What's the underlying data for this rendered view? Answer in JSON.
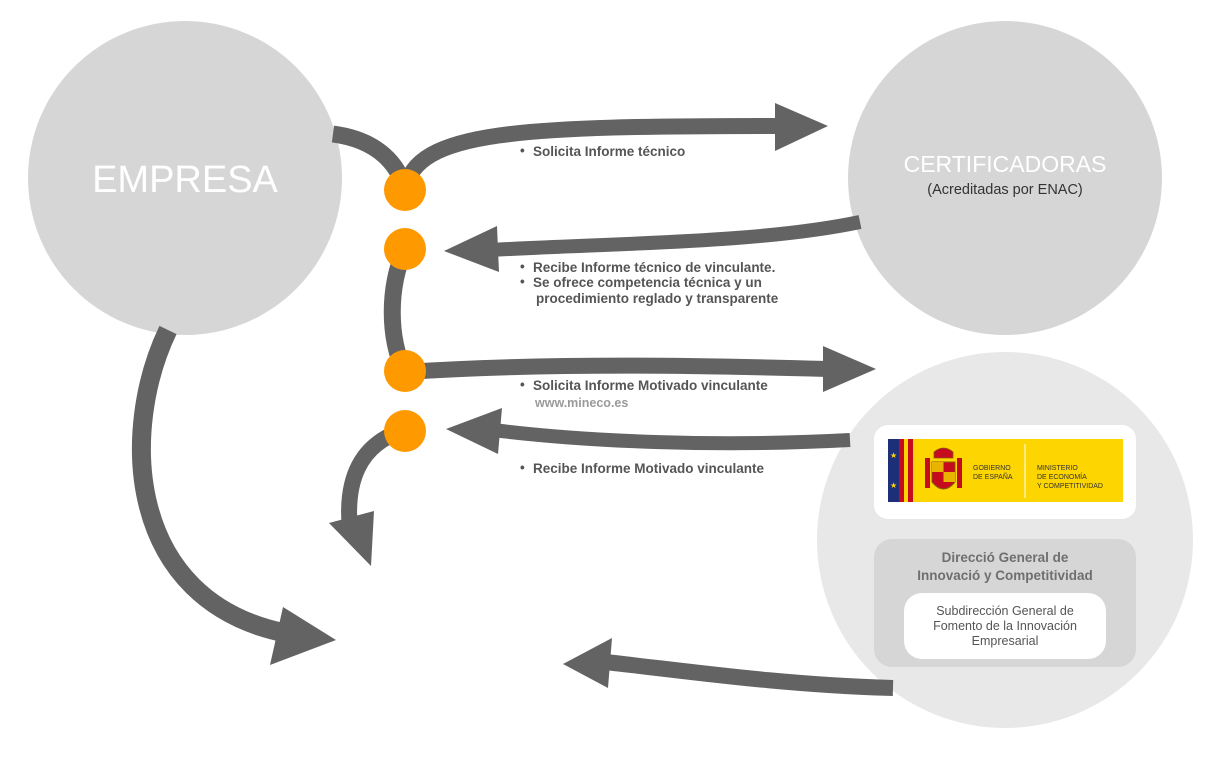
{
  "colors": {
    "arrow": "#636363",
    "node": "#ff9900",
    "circle_main": "#d6d6d6",
    "circle_ministry": "#e8e8e8",
    "logo_yellow": "#fdd500",
    "logo_red": "#c60b1e",
    "logo_blue": "#1c2f78"
  },
  "empresa": {
    "label": "EMPRESA"
  },
  "certificadoras": {
    "title": "CERTIFICADORAS",
    "subtitle": "(Acreditadas por ENAC)"
  },
  "steps": {
    "step1": "Solicita Informe técnico",
    "step2_line1": "Recibe Informe técnico de vinculante.",
    "step2_line2": "Se ofrece competencia técnica y un",
    "step2_line3": "procedimiento reglado y transparente",
    "step3": "Solicita Informe Motivado vinculante",
    "step3_url": "www.mineco.es",
    "step4": "Recibe Informe Motivado vinculante"
  },
  "bullet": "•",
  "ministry": {
    "logo_left_line1": "GOBIERNO",
    "logo_left_line2": "DE ESPAÑA",
    "logo_right_line1": "MINISTERIO",
    "logo_right_line2": "DE ECONOMÍA",
    "logo_right_line3": "Y COMPETITIVIDAD",
    "directorate_line1": "Direcció General de",
    "directorate_line2": "Innovació y Competitividad",
    "sub_line1": "Subdirección General de",
    "sub_line2": "Fomento de la Innovación",
    "sub_line3": "Empresarial"
  }
}
